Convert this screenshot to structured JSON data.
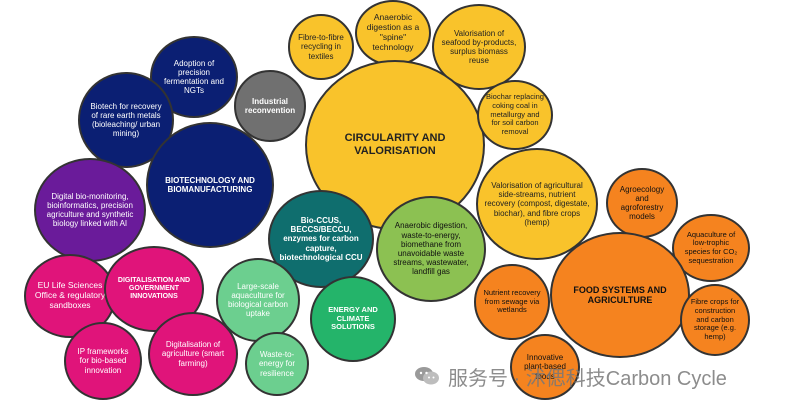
{
  "bubbles": {
    "circularity": "CIRCULARITY AND VALORISATION",
    "anaerobic_spine": "Anaerobic digestion as a \"spine\" technology",
    "fibre_to_fibre": "Fibre-to-fibre recycling in textiles",
    "seafood": "Valorisation of seafood by-products, surplus biomass reuse",
    "biochar": "Biochar replacing coking coal in metallurgy and for soil carbon removal",
    "agri_side_streams": "Valorisation of agricultural side-streams, nutrient recovery (compost, digestate, biochar), and fibre crops (hemp)",
    "industrial_reconvention": "Industrial reconvention",
    "precision_fermentation": "Adoption of precision fermentation and NGTs",
    "rare_earth": "Biotech for recovery of rare earth metals (bioleaching/ urban mining)",
    "biotech_biomanufacturing": "BIOTECHNOLOGY AND BIOMANUFACTURING",
    "digital_biomonitoring": "Digital bio-monitoring, bioinformatics, precision agriculture and synthetic biology linked with AI",
    "bio_ccus": "Bio-CCUS, BECCS/BECCU, enzymes for carbon capture, biotechnological CCU",
    "ad_waste_to_energy": "Anaerobic digestion, waste-to-energy, biomethane from unavoidable waste streams, wastewater, landfill gas",
    "eu_life_sciences": "EU Life Sciences Office & regulatory sandboxes",
    "digitalisation_gov": "DIGITALISATION AND GOVERNMENT INNOVATIONS",
    "aquaculture_large": "Large-scale aquaculture for biological carbon uptake",
    "energy_climate": "ENERGY AND CLIMATE SOLUTIONS",
    "ip_frameworks": "IP frameworks for bio-based innovation",
    "digital_agriculture": "Digitalisation of agriculture (smart farming)",
    "waste_to_energy": "Waste-to-energy for resilience",
    "nutrient_sewage": "Nutrient recovery from sewage via wetlands",
    "agroecology": "Agroecology and agroforestry models",
    "aquaculture_trophic": "Aquaculture of low-trophic species for CO₂ sequestration",
    "food_systems": "FOOD SYSTEMS AND AGRICULTURE",
    "fibre_crops": "Fibre crops for construction and carbon storage (e.g. hemp)",
    "plant_based": "Innovative plant-based foods"
  },
  "watermark": {
    "text": "服务号 · 沭偲科技Carbon Cycle",
    "icon": "wechat-icon",
    "color": "#787878"
  },
  "colors": {
    "circularity": "#f9c32b",
    "food_systems": "#f5831f",
    "biotechnology": "#0b1f73",
    "digitalisation": "#e0147a",
    "energy": "#24b46a",
    "bio_ccus": "#0f6e6e",
    "digital_biomonitoring": "#6a1b9a",
    "industrial": "#707070"
  }
}
